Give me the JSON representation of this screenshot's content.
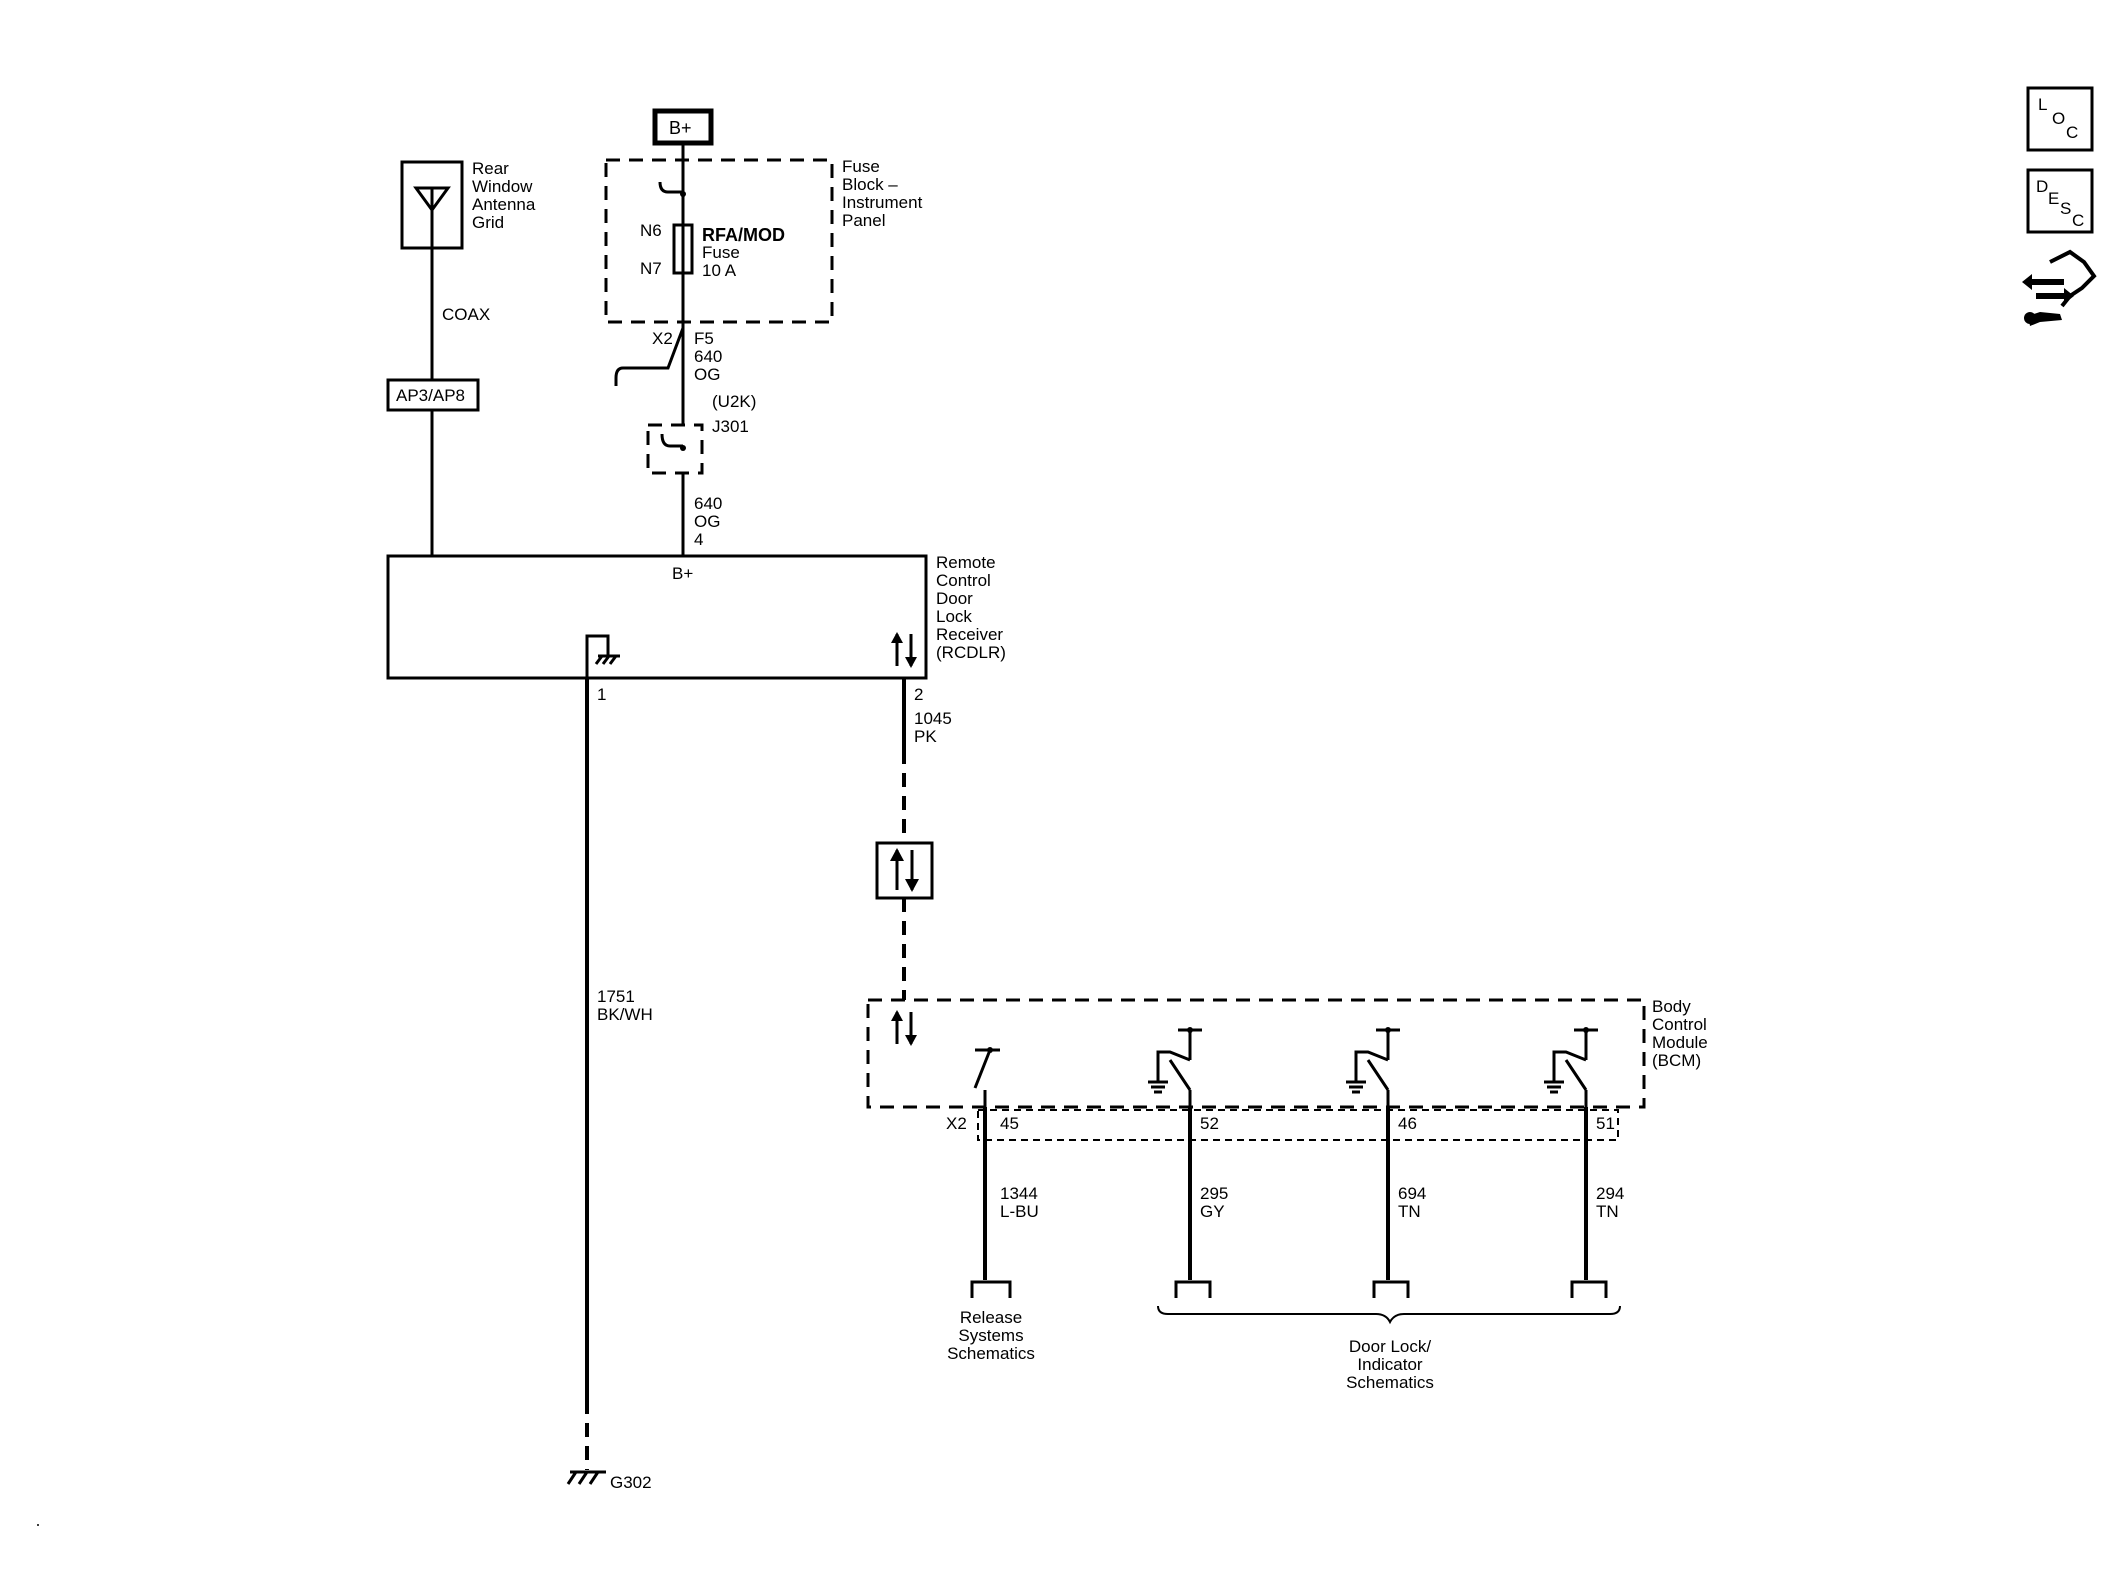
{
  "antenna": {
    "lines": [
      "Rear",
      "Window",
      "Antenna",
      "Grid"
    ]
  },
  "coax": "COAX",
  "ap_connector": "AP3/AP8",
  "battery": "B+",
  "fuse_block": {
    "lines": [
      "Fuse",
      "Block –",
      "Instrument",
      "Panel"
    ],
    "n6": "N6",
    "n7": "N7",
    "fuse_lines": [
      "RFA/MOD",
      "Fuse",
      "10 A"
    ],
    "x2": "X2",
    "f5": "F5",
    "wire": [
      "640",
      "OG"
    ]
  },
  "splice": {
    "option": "(U2K)",
    "name": "J301"
  },
  "rcdlr_feed": [
    "640",
    "OG",
    "4"
  ],
  "rcdlr": {
    "lines": [
      "Remote",
      "Control",
      "Door",
      "Lock",
      "Receiver",
      "(RCDLR)"
    ],
    "bplus": "B+",
    "pin1": "1",
    "pin2": "2"
  },
  "data_wire": [
    "1045",
    "PK"
  ],
  "ground_wire": [
    "1751",
    "BK/WH"
  ],
  "ground": "G302",
  "bcm": {
    "lines": [
      "Body",
      "Control",
      "Module",
      "(BCM)"
    ],
    "x2": "X2",
    "pins": [
      {
        "pin": "45",
        "circuit": "1344",
        "color": "L-BU"
      },
      {
        "pin": "52",
        "circuit": "295",
        "color": "GY"
      },
      {
        "pin": "46",
        "circuit": "694",
        "color": "TN"
      },
      {
        "pin": "51",
        "circuit": "294",
        "color": "TN"
      }
    ]
  },
  "release": [
    "Release",
    "Systems",
    "Schematics"
  ],
  "door_lock": [
    "Door Lock/",
    "Indicator",
    "Schematics"
  ],
  "side_buttons": {
    "loc": [
      "L",
      "O",
      "C"
    ],
    "desc": [
      "D",
      "E",
      "S",
      "C"
    ]
  }
}
